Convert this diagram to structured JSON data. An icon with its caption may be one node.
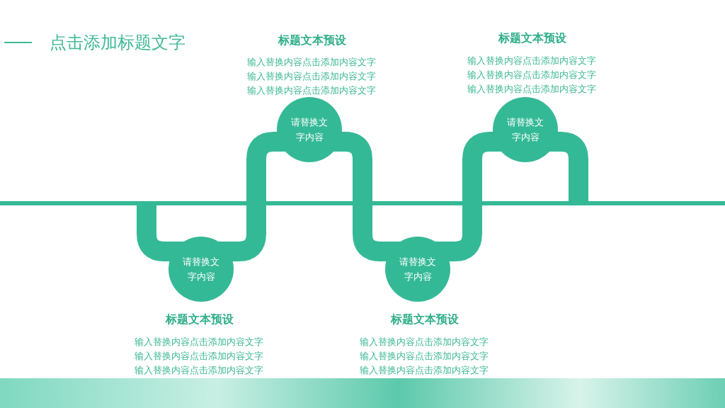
{
  "diagram": {
    "title": "点击添加标题文字",
    "nodes": [
      {
        "text": [
          "请替换文字内容"
        ],
        "beside": [
          "标题文本预设",
          "输入替换内容点击添加内容文字输入替换内容点击添加内容文字输入替换内容点击添加内容文字"
        ]
      },
      {
        "text": [
          "请替换文字内容"
        ],
        "beside": [
          "标题文本预设",
          "输入替换内容点击添加内容文字输入替换内容点击添加内容文字输入替换内容点击添加内容文字"
        ]
      },
      {
        "text": [
          "请替换文字内容"
        ],
        "beside": [
          "标题文本预设",
          "输入替换内容点击添加内容文字输入替换内容点击添加内容文字输入替换内容点击添加内容文字"
        ]
      },
      {
        "text": [
          "请替换文字内容"
        ],
        "beside": [
          "标题文本预设",
          "输入替换内容点击添加内容文字输入替换内容点击添加内容文字输入替换内容点击添加内容文字"
        ]
      }
    ]
  }
}
